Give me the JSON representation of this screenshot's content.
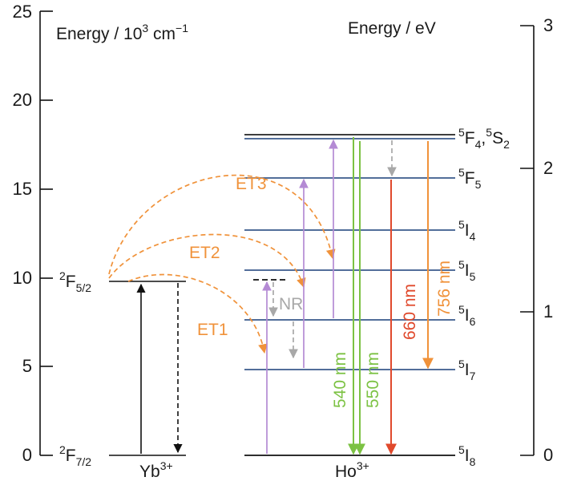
{
  "axes": {
    "left_title": {
      "main": "Energy / 10",
      "sup": "3",
      "tail": " cm",
      "tail_sup": "−1"
    },
    "right_title": "Energy / eV",
    "left_ticks": [
      "0",
      "5",
      "10",
      "15",
      "20",
      "25"
    ],
    "right_ticks": [
      "0",
      "1",
      "2",
      "3"
    ]
  },
  "yb": {
    "ion": "Yb",
    "ion_sup": "3+",
    "levels": [
      {
        "pre": "2",
        "main": "F",
        "sub": "7/2"
      },
      {
        "pre": "2",
        "main": "F",
        "sub": "5/2"
      }
    ]
  },
  "ho": {
    "ion": "Ho",
    "ion_sup": "3+",
    "levels": [
      {
        "pre": "5",
        "main": "I",
        "sub": "8"
      },
      {
        "pre": "5",
        "main": "I",
        "sub": "7"
      },
      {
        "pre": "5",
        "main": "I",
        "sub": "6"
      },
      {
        "pre": "5",
        "main": "I",
        "sub": "5"
      },
      {
        "pre": "5",
        "main": "I",
        "sub": "4"
      },
      {
        "pre": "5",
        "main": "F",
        "sub": "5"
      },
      {
        "pre": "5",
        "main": "F",
        "sub": "4",
        "extra_pre": "5",
        "extra_main": "S",
        "extra_sub": "2"
      }
    ]
  },
  "transfers": [
    "ET1",
    "ET2",
    "ET3"
  ],
  "nonradiative": "NR",
  "emissions": [
    "540 nm",
    "550 nm",
    "660 nm",
    "756 nm"
  ],
  "colors": {
    "level_line": "#3a5a8c",
    "transfer": "#f0923a",
    "excitation": "#b48ad4",
    "nr": "#a8a8a8",
    "green": "#7cc243",
    "red": "#e0492c",
    "orange": "#f0923a",
    "black": "#111111"
  }
}
